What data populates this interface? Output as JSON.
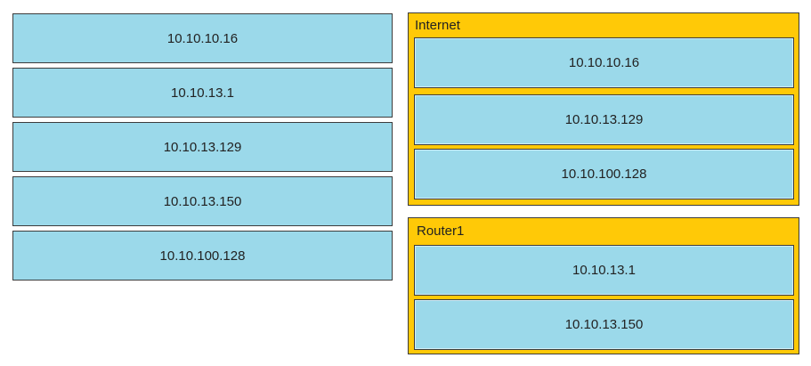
{
  "source_items": [
    {
      "label": "10.10.10.16"
    },
    {
      "label": "10.10.13.1"
    },
    {
      "label": "10.10.13.129"
    },
    {
      "label": "10.10.13.150"
    },
    {
      "label": "10.10.100.128"
    }
  ],
  "targets": [
    {
      "title": "Internet",
      "items": [
        {
          "label": "10.10.10.16"
        },
        {
          "label": "10.10.13.129"
        },
        {
          "label": "10.10.100.128"
        }
      ]
    },
    {
      "title": "Router1",
      "items": [
        {
          "label": "10.10.13.1"
        },
        {
          "label": "10.10.13.150"
        }
      ]
    }
  ],
  "colors": {
    "item_fill": "#9bd9ea",
    "group_fill": "#ffc907",
    "border": "#3c3c3c"
  }
}
